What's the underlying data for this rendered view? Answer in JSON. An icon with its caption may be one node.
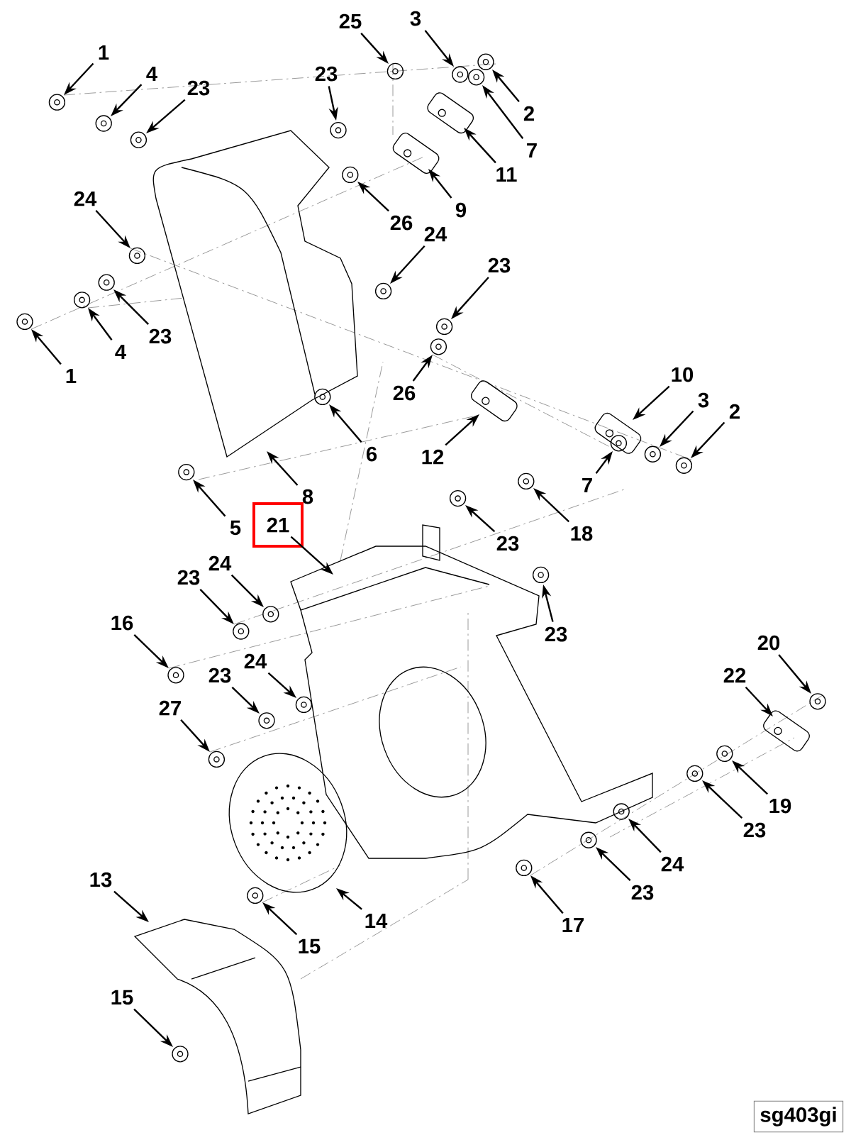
{
  "diagram": {
    "nodes": [
      {
        "text": [
          "1"
        ]
      },
      {
        "text": [
          "4"
        ]
      },
      {
        "text": [
          "23"
        ]
      },
      {
        "text": [
          "23"
        ]
      },
      {
        "text": [
          "25"
        ]
      },
      {
        "text": [
          "3"
        ]
      },
      {
        "text": [
          "2"
        ]
      },
      {
        "text": [
          "7"
        ]
      },
      {
        "text": [
          "11"
        ]
      },
      {
        "text": [
          "9"
        ]
      },
      {
        "text": [
          "26"
        ]
      },
      {
        "text": [
          "24"
        ]
      },
      {
        "text": [
          "23"
        ]
      },
      {
        "text": [
          "4"
        ]
      },
      {
        "text": [
          "1"
        ]
      },
      {
        "text": [
          "24"
        ]
      },
      {
        "text": [
          "23"
        ]
      },
      {
        "text": [
          "26"
        ]
      },
      {
        "text": [
          "6"
        ]
      },
      {
        "text": [
          "12"
        ]
      },
      {
        "text": [
          "8"
        ]
      },
      {
        "text": [
          "10"
        ]
      },
      {
        "text": [
          "3"
        ]
      },
      {
        "text": [
          "2"
        ]
      },
      {
        "text": [
          "7"
        ]
      },
      {
        "text": [
          "18"
        ]
      },
      {
        "text": [
          "5"
        ]
      },
      {
        "text": [
          "21"
        ]
      },
      {
        "text": [
          "23"
        ]
      },
      {
        "text": [
          "23"
        ]
      },
      {
        "text": [
          "23"
        ]
      },
      {
        "text": [
          "24"
        ]
      },
      {
        "text": [
          "16"
        ]
      },
      {
        "text": [
          "23"
        ]
      },
      {
        "text": [
          "24"
        ]
      },
      {
        "text": [
          "27"
        ]
      },
      {
        "text": [
          "20"
        ]
      },
      {
        "text": [
          "22"
        ]
      },
      {
        "text": [
          "19"
        ]
      },
      {
        "text": [
          "23"
        ]
      },
      {
        "text": [
          "24"
        ]
      },
      {
        "text": [
          "23"
        ]
      },
      {
        "text": [
          "17"
        ]
      },
      {
        "text": [
          "14"
        ]
      },
      {
        "text": [
          "15"
        ]
      },
      {
        "text": [
          "13"
        ]
      },
      {
        "text": [
          "15"
        ]
      }
    ],
    "edges": [
      {
        "from": 0,
        "to": null,
        "arrow": "to"
      },
      {
        "from": 1,
        "to": null,
        "arrow": "to"
      },
      {
        "from": 2,
        "to": null,
        "arrow": "to"
      },
      {
        "from": 3,
        "to": null,
        "arrow": "to"
      },
      {
        "from": 4,
        "to": null,
        "arrow": "to"
      },
      {
        "from": 5,
        "to": null,
        "arrow": "to"
      },
      {
        "from": 6,
        "to": null,
        "arrow": "to"
      },
      {
        "from": 7,
        "to": null,
        "arrow": "to"
      },
      {
        "from": 8,
        "to": null,
        "arrow": "to"
      },
      {
        "from": 9,
        "to": null,
        "arrow": "to"
      },
      {
        "from": 10,
        "to": null,
        "arrow": "to"
      },
      {
        "from": 11,
        "to": null,
        "arrow": "to"
      },
      {
        "from": 12,
        "to": null,
        "arrow": "to"
      },
      {
        "from": 13,
        "to": null,
        "arrow": "to"
      },
      {
        "from": 14,
        "to": null,
        "arrow": "to"
      },
      {
        "from": 15,
        "to": null,
        "arrow": "to"
      },
      {
        "from": 16,
        "to": null,
        "arrow": "to"
      },
      {
        "from": 17,
        "to": null,
        "arrow": "to"
      },
      {
        "from": 18,
        "to": null,
        "arrow": "to"
      },
      {
        "from": 19,
        "to": null,
        "arrow": "to"
      },
      {
        "from": 20,
        "to": null,
        "arrow": "to"
      },
      {
        "from": 21,
        "to": null,
        "arrow": "to"
      },
      {
        "from": 22,
        "to": null,
        "arrow": "to"
      },
      {
        "from": 23,
        "to": null,
        "arrow": "to"
      },
      {
        "from": 24,
        "to": null,
        "arrow": "to"
      },
      {
        "from": 25,
        "to": null,
        "arrow": "to"
      },
      {
        "from": 26,
        "to": null,
        "arrow": "to"
      },
      {
        "from": 27,
        "to": null,
        "arrow": "to"
      },
      {
        "from": 28,
        "to": null,
        "arrow": "to"
      },
      {
        "from": 29,
        "to": null,
        "arrow": "to"
      },
      {
        "from": 30,
        "to": null,
        "arrow": "to"
      },
      {
        "from": 31,
        "to": null,
        "arrow": "to"
      },
      {
        "from": 32,
        "to": null,
        "arrow": "to"
      },
      {
        "from": 33,
        "to": null,
        "arrow": "to"
      },
      {
        "from": 34,
        "to": null,
        "arrow": "to"
      },
      {
        "from": 35,
        "to": null,
        "arrow": "to"
      },
      {
        "from": 36,
        "to": null,
        "arrow": "to"
      },
      {
        "from": 37,
        "to": null,
        "arrow": "to"
      },
      {
        "from": 38,
        "to": null,
        "arrow": "to"
      },
      {
        "from": 39,
        "to": null,
        "arrow": "to"
      },
      {
        "from": 40,
        "to": null,
        "arrow": "to"
      },
      {
        "from": 41,
        "to": null,
        "arrow": "to"
      },
      {
        "from": 42,
        "to": null,
        "arrow": "to"
      },
      {
        "from": 43,
        "to": null,
        "arrow": "to"
      },
      {
        "from": 44,
        "to": null,
        "arrow": "to"
      },
      {
        "from": 45,
        "to": null,
        "arrow": "to"
      },
      {
        "from": 46,
        "to": null,
        "arrow": "to"
      }
    ],
    "labels": [
      "sg403gi"
    ]
  }
}
